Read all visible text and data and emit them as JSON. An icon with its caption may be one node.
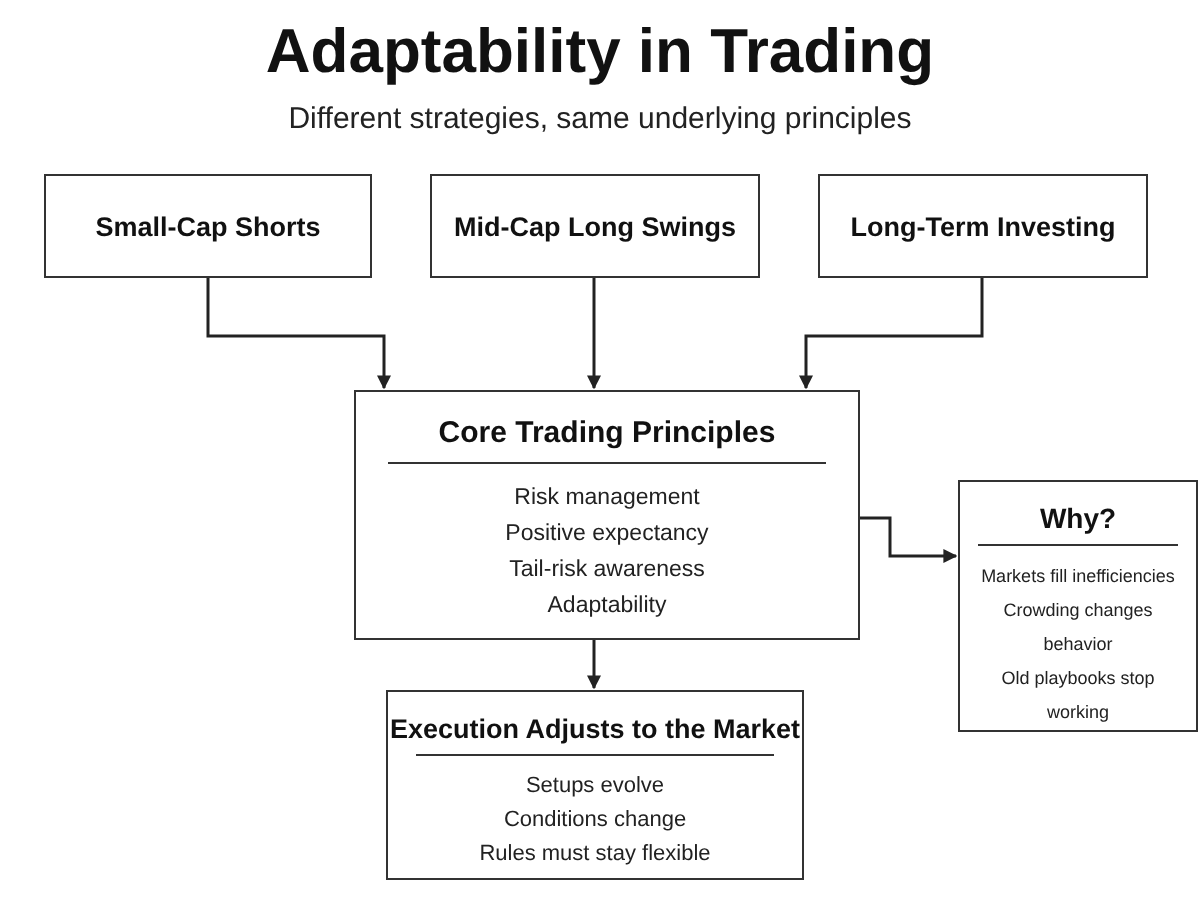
{
  "diagram": {
    "title": "Adaptability in Trading",
    "caption": "Different strategies, same underlying principles",
    "nodes": [
      {
        "text": [
          "Small-Cap Shorts"
        ]
      },
      {
        "text": [
          "Mid-Cap Long Swings"
        ]
      },
      {
        "text": [
          "Long-Term Investing"
        ]
      },
      {
        "text": [
          "Core Trading Principles",
          "Risk management",
          "Positive expectancy",
          "Tail-risk awareness",
          "Adaptability"
        ]
      },
      {
        "text": [
          "Why?",
          "Markets fill inefficiencies",
          "Crowding changes behavior",
          "Old playbooks stop working"
        ]
      },
      {
        "text": [
          "Execution Adjusts to the Market",
          "Setups evolve",
          "Conditions change",
          "Rules must stay flexible"
        ]
      }
    ],
    "edges": [
      {
        "from": 0,
        "to": 3,
        "arrow": "to"
      },
      {
        "from": 1,
        "to": 3,
        "arrow": "to"
      },
      {
        "from": 2,
        "to": 3,
        "arrow": "to"
      },
      {
        "from": 3,
        "to": 4,
        "arrow": "to"
      },
      {
        "from": 3,
        "to": 5,
        "arrow": "to"
      }
    ]
  }
}
